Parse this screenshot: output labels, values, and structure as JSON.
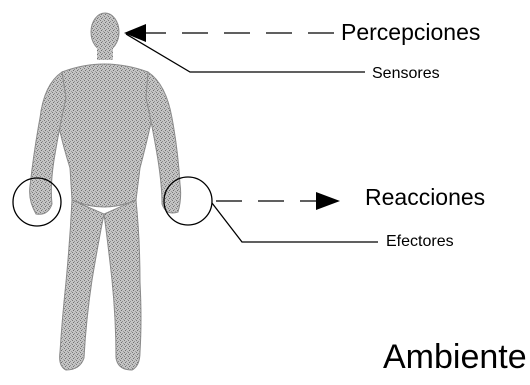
{
  "labels": {
    "percepciones": "Percepciones",
    "sensores": "Sensores",
    "reacciones": "Reacciones",
    "efectores": "Efectores",
    "ambiente": "Ambiente"
  },
  "colors": {
    "ink": "#000000",
    "figure_fill": "#b9b9b9",
    "figure_stroke": "#8a8a8a",
    "background": "#ffffff"
  },
  "icons": {
    "figure": "human-figure-icon",
    "percept_arrow": "arrow-left-icon",
    "reaction_arrow": "arrow-right-icon"
  }
}
